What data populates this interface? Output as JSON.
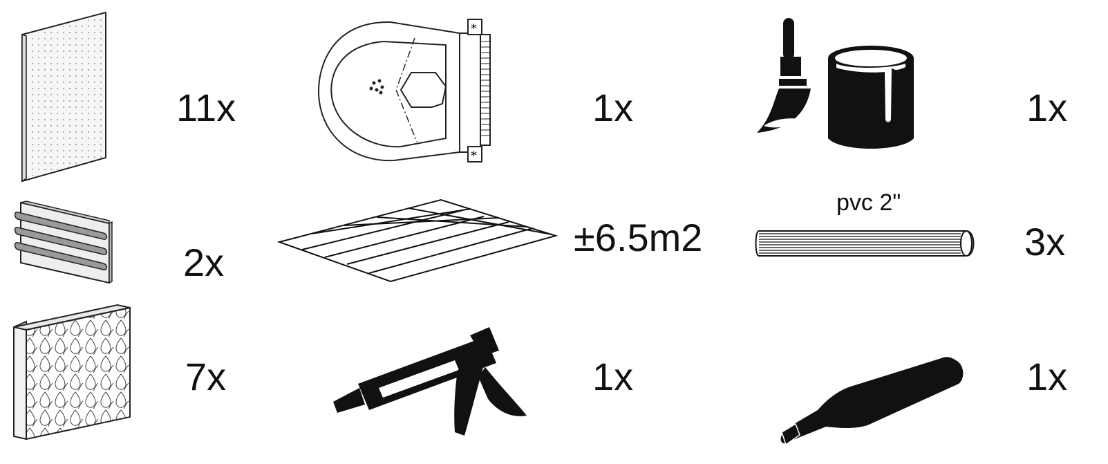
{
  "materials": [
    {
      "icon": "perforated-board-icon",
      "quantity": "11x"
    },
    {
      "icon": "toilet-bowl-icon",
      "quantity": "1x"
    },
    {
      "icon": "paint-brush-and-can-icon",
      "quantity": "1x"
    },
    {
      "icon": "wall-rail-panel-icon",
      "quantity": "2x"
    },
    {
      "icon": "floor-tile-grid-icon",
      "quantity": "±6.5m2"
    },
    {
      "icon": "pvc-pipe-icon",
      "quantity": "3x",
      "label": "pvc 2\""
    },
    {
      "icon": "insulation-block-icon",
      "quantity": "7x"
    },
    {
      "icon": "caulking-gun-icon",
      "quantity": "1x"
    },
    {
      "icon": "bottle-icon",
      "quantity": "1x"
    }
  ]
}
